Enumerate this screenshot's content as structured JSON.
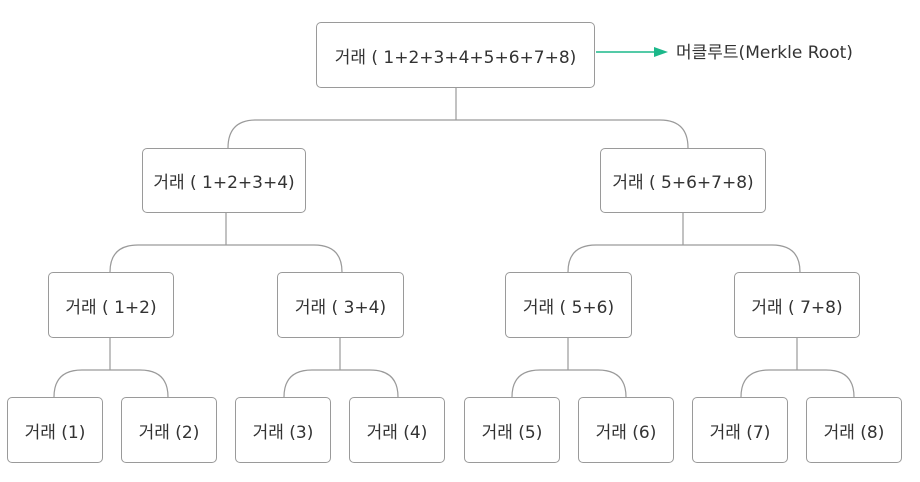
{
  "root": {
    "label": "거래 ( 1+2+3+4+5+6+7+8)"
  },
  "root_annotation": "머클루트(Merkle Root)",
  "level1": [
    {
      "label": "거래 ( 1+2+3+4)"
    },
    {
      "label": "거래 ( 5+6+7+8)"
    }
  ],
  "level2": [
    {
      "label": "거래 ( 1+2)"
    },
    {
      "label": "거래 ( 3+4)"
    },
    {
      "label": "거래 ( 5+6)"
    },
    {
      "label": "거래 ( 7+8)"
    }
  ],
  "leaves": [
    {
      "label": "거래 (1)"
    },
    {
      "label": "거래 (2)"
    },
    {
      "label": "거래 (3)"
    },
    {
      "label": "거래 (4)"
    },
    {
      "label": "거래 (5)"
    },
    {
      "label": "거래 (6)"
    },
    {
      "label": "거래 (7)"
    },
    {
      "label": "거래 (8)"
    }
  ],
  "colors": {
    "arrow": "#1cb88a",
    "line": "#9a9a9a",
    "border": "#9a9a9a",
    "text": "#333333"
  }
}
